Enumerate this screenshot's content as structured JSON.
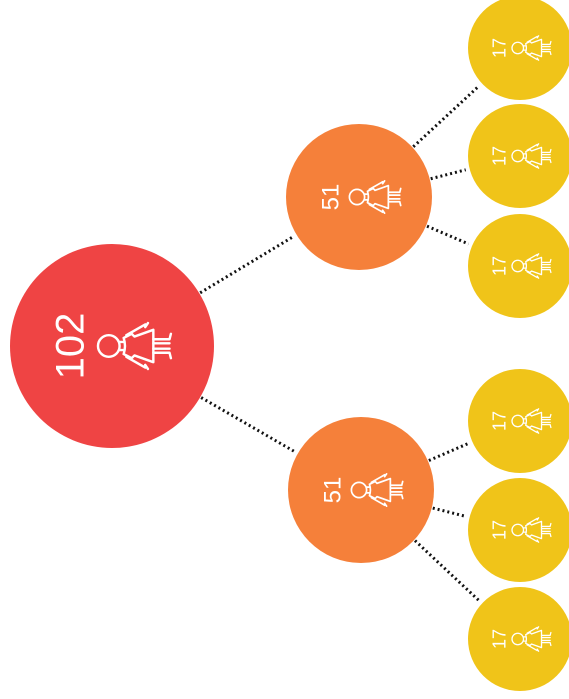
{
  "tree": {
    "root": {
      "value": "102",
      "color": "#ef4444",
      "icon": "person-icon",
      "children": [
        {
          "value": "51",
          "color": "#f5803a",
          "icon": "person-icon",
          "children": [
            {
              "value": "17",
              "color": "#f0c419",
              "icon": "person-icon"
            },
            {
              "value": "17",
              "color": "#f0c419",
              "icon": "person-icon"
            },
            {
              "value": "17",
              "color": "#f0c419",
              "icon": "person-icon"
            }
          ]
        },
        {
          "value": "51",
          "color": "#f5803a",
          "icon": "person-icon",
          "children": [
            {
              "value": "17",
              "color": "#f0c419",
              "icon": "person-icon"
            },
            {
              "value": "17",
              "color": "#f0c419",
              "icon": "person-icon"
            },
            {
              "value": "17",
              "color": "#f0c419",
              "icon": "person-icon"
            }
          ]
        }
      ]
    }
  }
}
